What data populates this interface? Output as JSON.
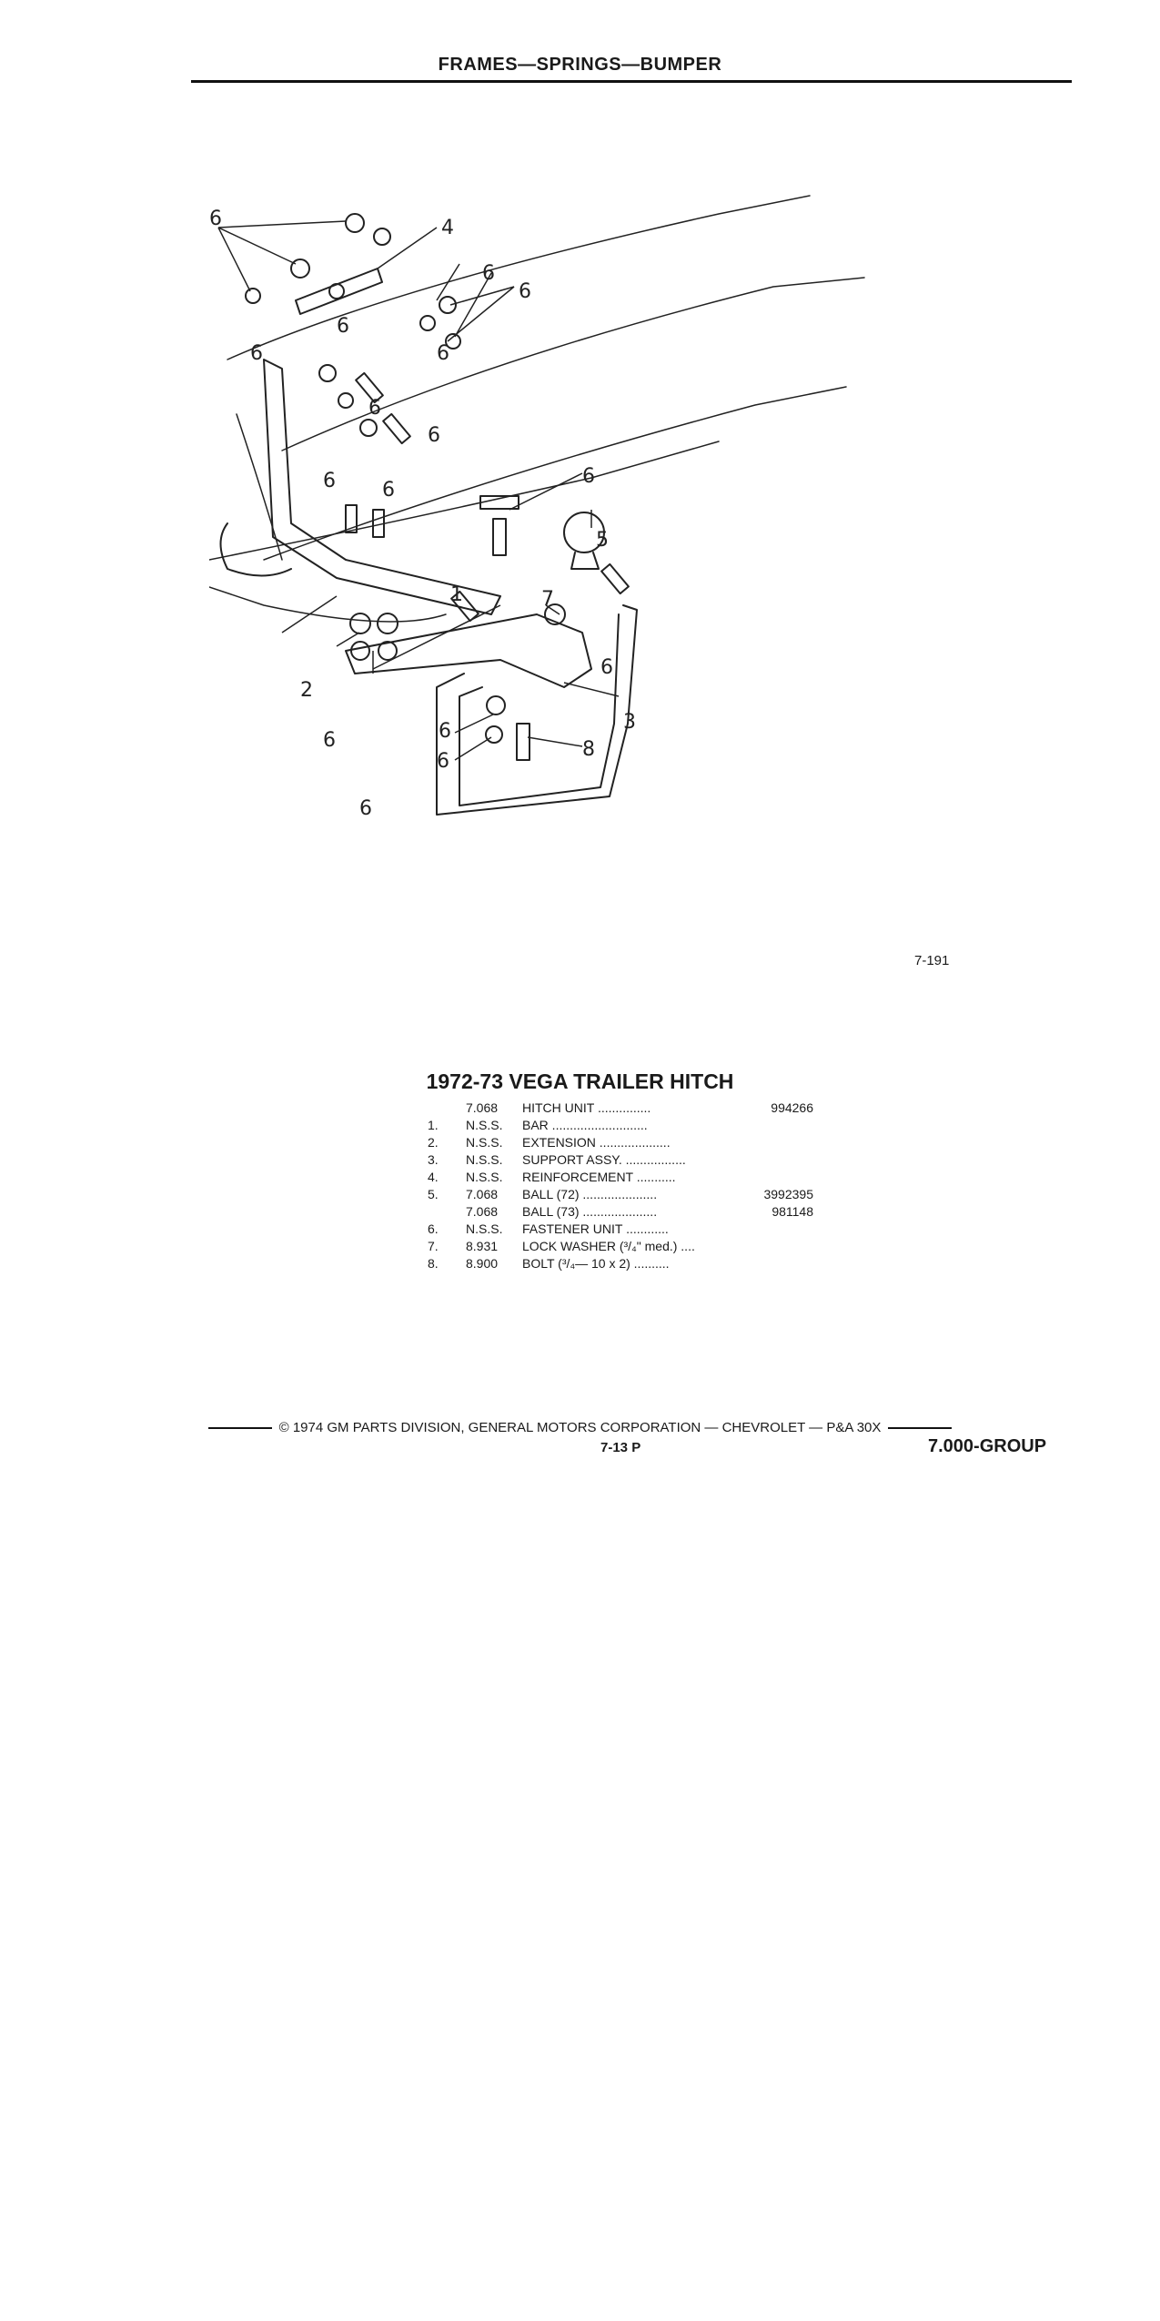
{
  "header": {
    "title": "FRAMES—SPRINGS—BUMPER"
  },
  "diagram": {
    "callouts": [
      "6",
      "6",
      "6",
      "4",
      "6",
      "6",
      "6",
      "6",
      "6",
      "6",
      "6",
      "6",
      "5",
      "1",
      "2",
      "7",
      "6",
      "6",
      "6",
      "3",
      "6",
      "6",
      "8"
    ],
    "figure_number": "7-191"
  },
  "parts": {
    "title": "1972-73 VEGA TRAILER HITCH",
    "rows": [
      {
        "index": "",
        "group": "7.068",
        "desc": "HITCH UNIT ...............",
        "part": "994266"
      },
      {
        "index": "1.",
        "group": "N.S.S.",
        "desc": "BAR ...........................",
        "part": ""
      },
      {
        "index": "2.",
        "group": "N.S.S.",
        "desc": "EXTENSION ....................",
        "part": ""
      },
      {
        "index": "3.",
        "group": "N.S.S.",
        "desc": "SUPPORT ASSY. .................",
        "part": ""
      },
      {
        "index": "4.",
        "group": "N.S.S.",
        "desc": "REINFORCEMENT ...........",
        "part": ""
      },
      {
        "index": "5.",
        "group": "7.068",
        "desc": "BALL (72) .....................",
        "part": "3992395"
      },
      {
        "index": "",
        "group": "7.068",
        "desc": "BALL (73) .....................",
        "part": "981148"
      },
      {
        "index": "6.",
        "group": "N.S.S.",
        "desc": "FASTENER UNIT ............",
        "part": ""
      },
      {
        "index": "7.",
        "group": "8.931",
        "desc": "LOCK WASHER (³/₄\" med.) ....",
        "part": ""
      },
      {
        "index": "8.",
        "group": "8.900",
        "desc": "BOLT (³/₄— 10 x 2) ..........",
        "part": ""
      }
    ]
  },
  "footer": {
    "copyright": "© 1974 GM PARTS DIVISION, GENERAL MOTORS CORPORATION — CHEVROLET — P&A 30X",
    "page": "7-13  P",
    "group": "7.000-GROUP"
  }
}
